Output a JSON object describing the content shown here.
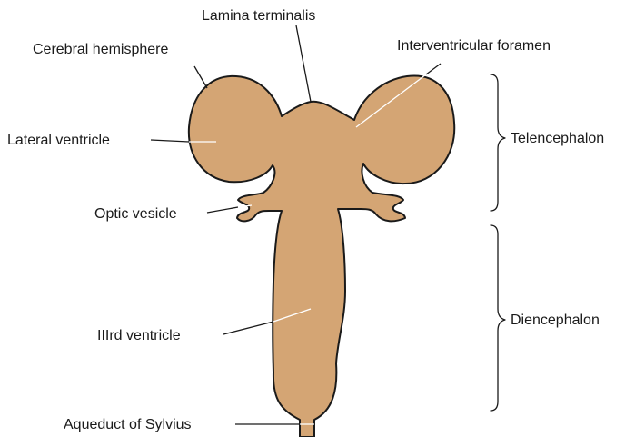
{
  "colors": {
    "tissue": "#D4A574",
    "outline": "#1a1a1a",
    "background": "#ffffff"
  },
  "labels": {
    "lamina_terminalis": "Lamina terminalis",
    "cerebral_hemisphere": "Cerebral hemisphere",
    "interventricular_foramen": "Interventricular foramen",
    "lateral_ventricle": "Lateral ventricle",
    "optic_vesicle": "Optic vesicle",
    "third_ventricle": "IIIrd ventricle",
    "aqueduct_of_sylvius": "Aqueduct of Sylvius"
  },
  "regions": {
    "telencephalon": "Telencephalon",
    "diencephalon": "Diencephalon"
  }
}
